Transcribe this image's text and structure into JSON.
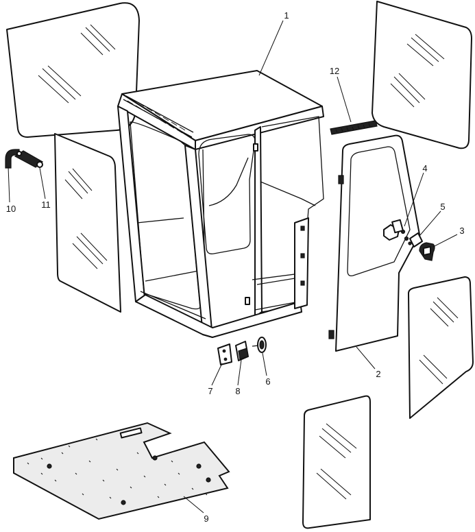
{
  "callouts": {
    "p1": "1",
    "p2": "2",
    "p3": "3",
    "p4": "4",
    "p5": "5",
    "p6": "6",
    "p7": "7",
    "p8": "8",
    "p9": "9",
    "p10": "10",
    "p11": "11",
    "p12": "12"
  }
}
